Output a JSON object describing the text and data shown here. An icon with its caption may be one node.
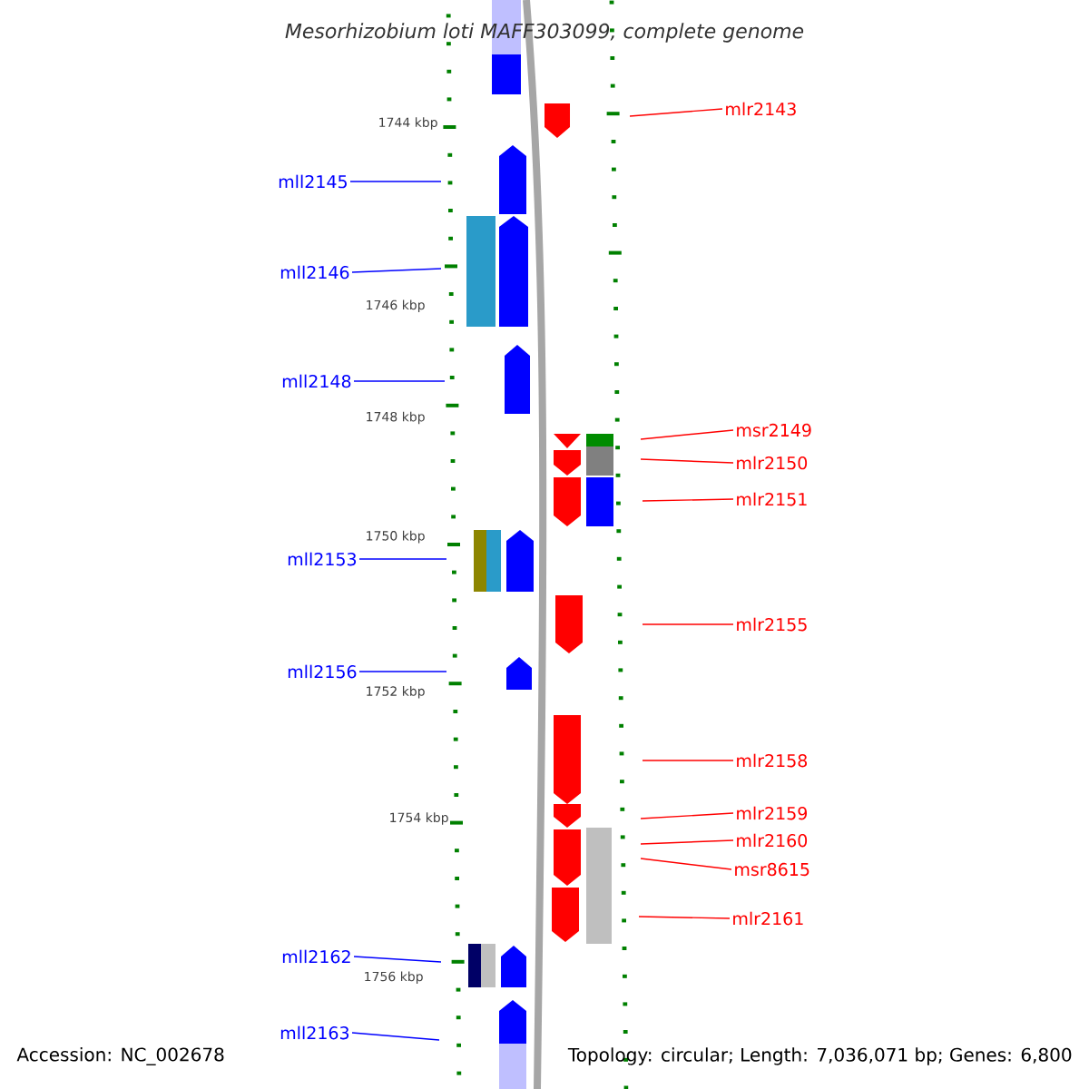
{
  "diagram": {
    "title": "Mesorhizobium loti MAFF303099, complete genome",
    "nodes": [
      {
        "text": [
          "mlr2143"
        ]
      },
      {
        "text": [
          "mll2145"
        ]
      },
      {
        "text": [
          "mll2146"
        ]
      },
      {
        "text": [
          "mll2148"
        ]
      },
      {
        "text": [
          "msr2149"
        ]
      },
      {
        "text": [
          "mlr2150"
        ]
      },
      {
        "text": [
          "mlr2151"
        ]
      },
      {
        "text": [
          "mll2153"
        ]
      },
      {
        "text": [
          "mlr2155"
        ]
      },
      {
        "text": [
          "mll2156"
        ]
      },
      {
        "text": [
          "mlr2158"
        ]
      },
      {
        "text": [
          "mlr2159"
        ]
      },
      {
        "text": [
          "mlr2160"
        ]
      },
      {
        "text": [
          "msr8615"
        ]
      },
      {
        "text": [
          "mlr2161"
        ]
      },
      {
        "text": [
          "mll2162"
        ]
      },
      {
        "text": [
          "mll2163"
        ]
      }
    ],
    "edges": [
      {
        "from": 0,
        "to": null,
        "arrow": "none"
      },
      {
        "from": 1,
        "to": null,
        "arrow": "none",
        "color": "#0000ff"
      },
      {
        "from": 2,
        "to": null,
        "arrow": "none",
        "color": "#0000ff"
      },
      {
        "from": 3,
        "to": null,
        "arrow": "none",
        "color": "#0000ff"
      },
      {
        "from": 4,
        "to": null,
        "arrow": "none"
      },
      {
        "from": 5,
        "to": null,
        "arrow": "none"
      },
      {
        "from": 6,
        "to": null,
        "arrow": "none"
      },
      {
        "from": 7,
        "to": null,
        "arrow": "none",
        "color": "#0000ff"
      },
      {
        "from": 8,
        "to": null,
        "arrow": "none"
      },
      {
        "from": 9,
        "to": null,
        "arrow": "none",
        "color": "#0000ff"
      },
      {
        "from": 10,
        "to": null,
        "arrow": "none"
      },
      {
        "from": 11,
        "to": null,
        "arrow": "none"
      },
      {
        "from": 12,
        "to": null,
        "arrow": "none"
      },
      {
        "from": 13,
        "to": null,
        "arrow": "none"
      },
      {
        "from": 14,
        "to": null,
        "arrow": "none"
      },
      {
        "from": 15,
        "to": null,
        "arrow": "none",
        "color": "#0000ff"
      },
      {
        "from": 16,
        "to": null,
        "arrow": "none",
        "color": "#0000ff"
      }
    ],
    "labels": [
      "1744 kbp",
      "1746 kbp",
      "1748 kbp",
      "1750 kbp",
      "1752 kbp",
      "1754 kbp",
      "1756 kbp",
      "Accession: NC_002678",
      "Topology: circular; Length: 7,036,071 bp; Genes: 6,800"
    ]
  }
}
